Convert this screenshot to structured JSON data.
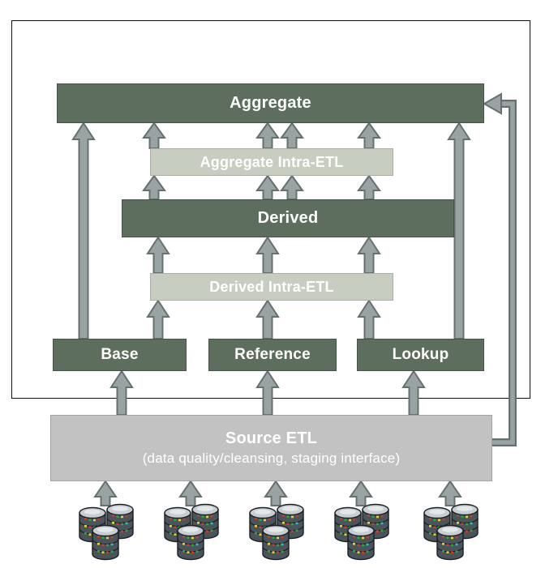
{
  "diagram": {
    "boxes": {
      "aggregate": {
        "label": "Aggregate"
      },
      "aggregate_intra_etl": {
        "label": "Aggregate Intra-ETL"
      },
      "derived": {
        "label": "Derived"
      },
      "derived_intra_etl": {
        "label": "Derived Intra-ETL"
      },
      "base": {
        "label": "Base"
      },
      "reference": {
        "label": "Reference"
      },
      "lookup": {
        "label": "Lookup"
      },
      "source_etl": {
        "label": "Source ETL",
        "sublabel": "(data quality/cleansing, staging interface)"
      }
    },
    "colors": {
      "dark_box": "#5e6e5e",
      "light_box": "#c7cdc1",
      "source_box": "#c2c2c2",
      "box_text": "#ffffff",
      "arrow_fill": "#9aa3a3",
      "arrow_outline": "#66706e",
      "frame_border": "#111111"
    },
    "icons": {
      "database_cluster": "database-cluster-icon"
    }
  }
}
